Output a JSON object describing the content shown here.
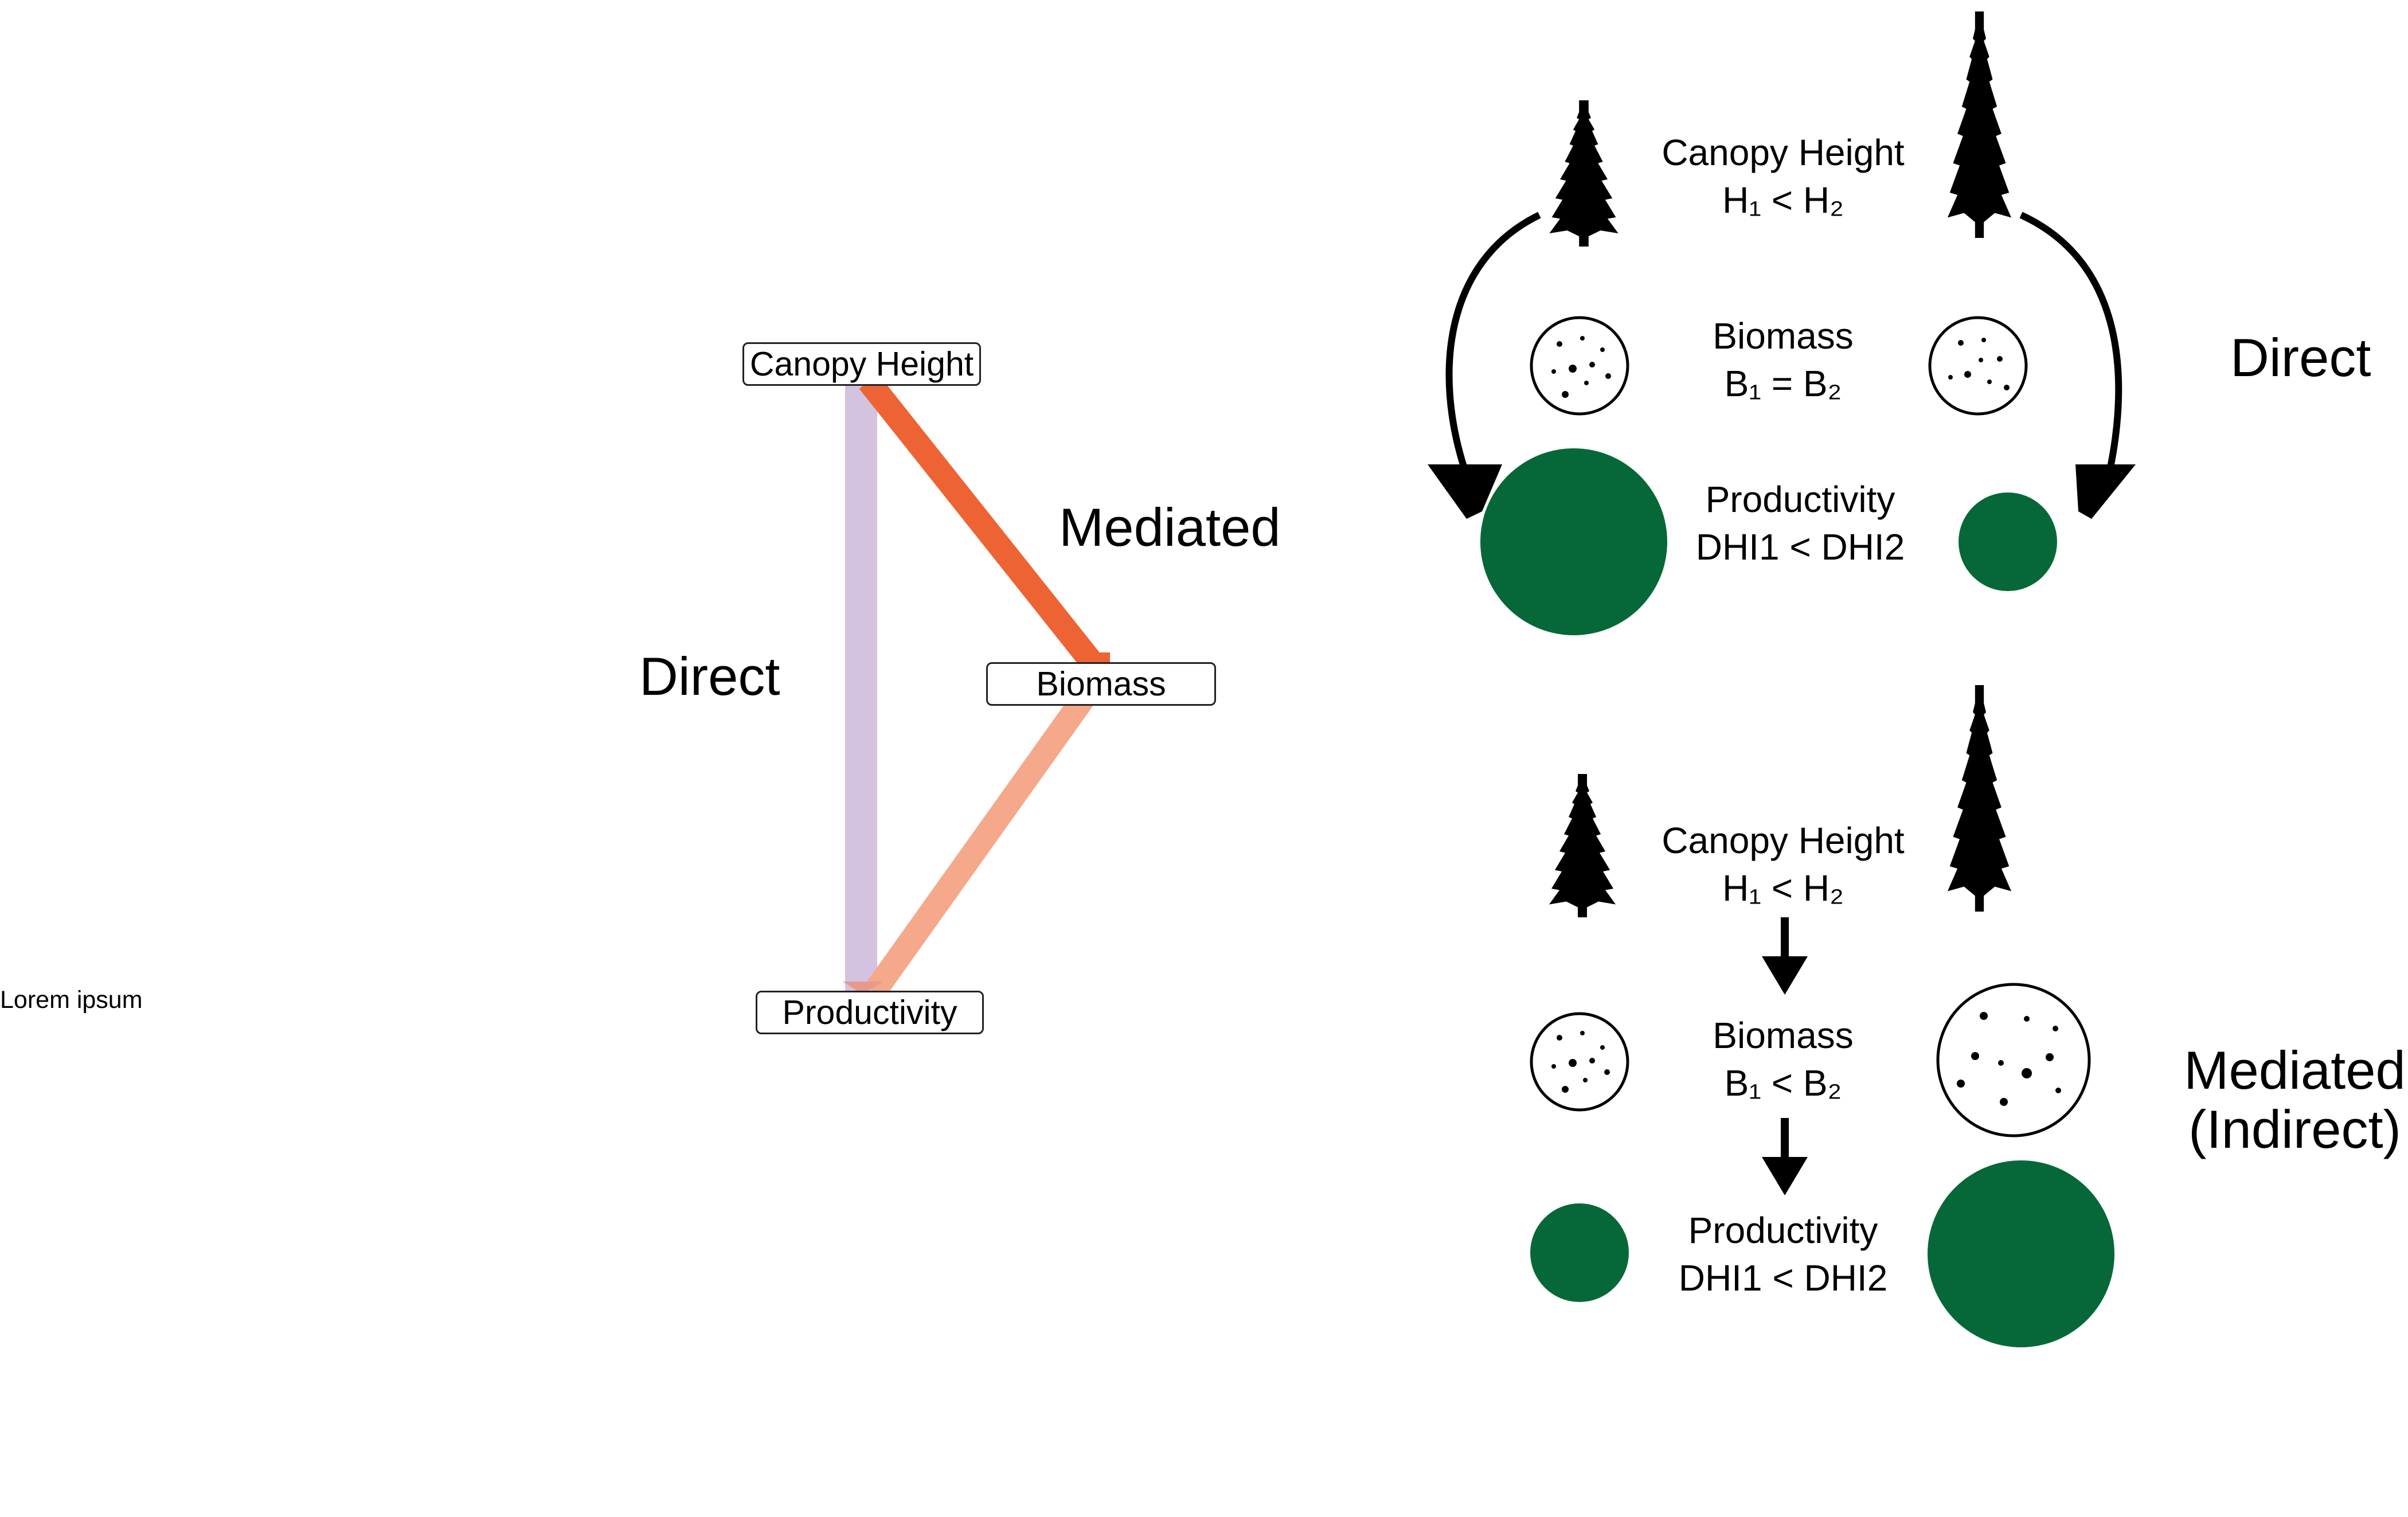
{
  "left_panel": {
    "nodes": {
      "canopy": "Canopy Height",
      "biomass": "Biomass",
      "productivity": "Productivity"
    },
    "labels": {
      "direct": "Direct",
      "mediated": "Mediated"
    },
    "colors": {
      "direct_path": "#d3c3e0",
      "mediated_path_upper": "#ee6333",
      "mediated_path_lower": "#f5a88a"
    },
    "placeholder_text": "Lorem ipsum"
  },
  "top_panel": {
    "canopy_title": "Canopy Height",
    "canopy_relation": "H₁ < H₂",
    "biomass_title": "Biomass",
    "biomass_relation": "B₁ = B₂",
    "productivity_title": "Productivity",
    "productivity_relation": "DHI1 < DHI2",
    "label": "Direct"
  },
  "bottom_panel": {
    "canopy_title": "Canopy Height",
    "canopy_relation": "H₁ < H₂",
    "biomass_title": "Biomass",
    "biomass_relation": "B₁ < B₂",
    "productivity_title": "Productivity",
    "productivity_relation": "DHI1 < DHI2",
    "label_line1": "Mediated",
    "label_line2": "(Indirect)"
  },
  "colors": {
    "productivity_circle": "#066838",
    "arrow": "#000000"
  },
  "icons": [
    "tree-icon",
    "biomass-dots-icon",
    "productivity-circle-icon",
    "arrow-icon"
  ]
}
